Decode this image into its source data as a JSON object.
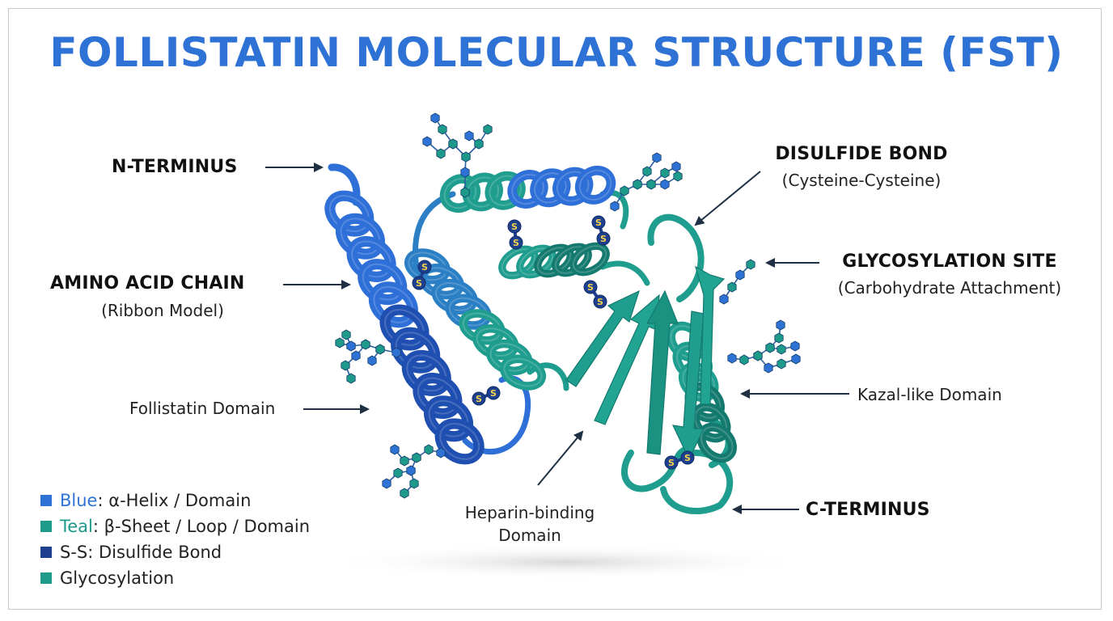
{
  "title": "FOLLISTATIN MOLECULAR STRUCTURE (FST)",
  "labels": {
    "n_terminus": "N-TERMINUS",
    "amino_chain": "AMINO ACID CHAIN",
    "amino_chain_sub": "(Ribbon Model)",
    "follistatin_domain": "Follistatin Domain",
    "disulfide_bond": "DISULFIDE BOND",
    "disulfide_bond_sub": "(Cysteine-Cysteine)",
    "glycosylation_site": "GLYCOSYLATION SITE",
    "glycosylation_site_sub": "(Carbohydrate Attachment)",
    "kazal_domain": "Kazal-like Domain",
    "c_terminus": "C-TERMINUS",
    "heparin_line1": "Heparin-binding",
    "heparin_line2": "Domain",
    "ss_mark": "S"
  },
  "legend": [
    {
      "key": "Blue",
      "rest": ": α-Helix / Domain",
      "color": "#2f72d6",
      "key_class": "kw-blue"
    },
    {
      "key": "Teal",
      "rest": ": β-Sheet / Loop / Domain",
      "color": "#1d9a8a",
      "key_class": "kw-teal"
    },
    {
      "key": "",
      "rest": "S-S: Disulfide Bond",
      "color": "#1f3f8f",
      "key_class": ""
    },
    {
      "key": "",
      "rest": "Glycosylation",
      "color": "#1d9a8a",
      "key_class": ""
    }
  ],
  "colors": {
    "title": "#2f72d6",
    "helix_blue": "#2f6fd8",
    "helix_blue_dark": "#1f4fb0",
    "teal": "#1f9d8e",
    "teal_dark": "#147a6f",
    "disulfide": "#1f3f8f",
    "disulfide_text": "#f3d24a",
    "glyco_blue": "#2f72d6",
    "glyco_teal": "#1d9a8a",
    "arrow": "#1f2f44"
  }
}
